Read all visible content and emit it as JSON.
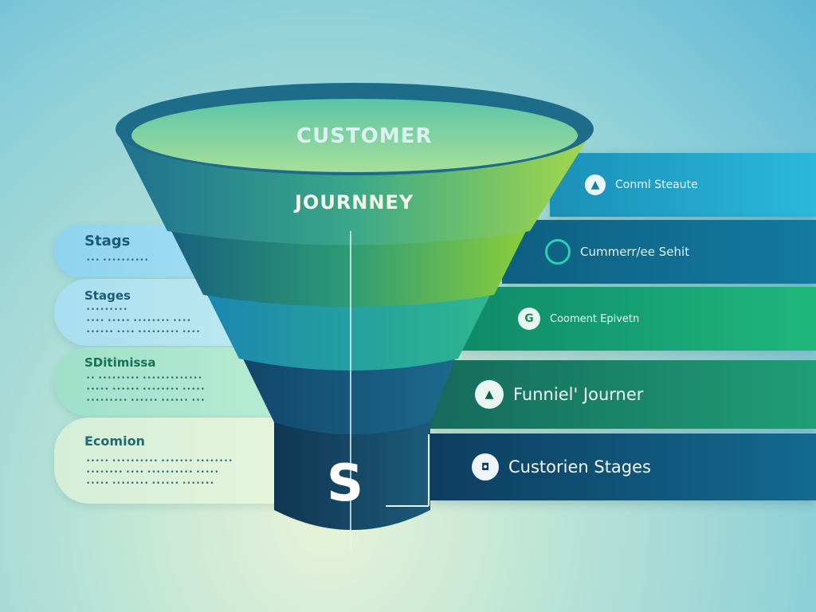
{
  "funnel": {
    "title_top": "CUSTOMER",
    "title_bottom": "JOURNNEY",
    "bottom_letter": "S"
  },
  "left_stages": [
    {
      "title": "Stags",
      "sub_lines": [
        "••• ••••••••••"
      ]
    },
    {
      "title": "Stages",
      "sub_lines": [
        "•••••••••",
        "•••• ••••• •••••••• ••••",
        "•••••• •••• ••••••••• ••••"
      ]
    },
    {
      "title": "SDitimissa",
      "sub_lines": [
        "•• ••••••••• •••••••••••••",
        "••••• •••••• •••••••• •••••",
        "••••••••• •••••• •••••• •••"
      ]
    },
    {
      "title": "Ecomion",
      "sub_lines": [
        "••••• •••••••••• ••••••• ••••••••",
        "•••••••• •••• •••••••••• •••••",
        "••••• •••••••• •••••• •••••••"
      ]
    }
  ],
  "right_stages": [
    {
      "label": "Conml Steaute",
      "icon": "person-icon"
    },
    {
      "label": "Cummerr/ee Sehit",
      "icon": "ring-icon"
    },
    {
      "label": "Cooment Epivetn",
      "icon": "g-icon"
    },
    {
      "label": "Funniel' Journer",
      "icon": "pin-icon"
    },
    {
      "label": "Custorien Stages",
      "icon": "toggle-icon"
    }
  ],
  "colors": {
    "bar1": "#1aa0c8",
    "bar2": "#0e6f8c",
    "bar3": "#15a676",
    "bar4": "#1f8e70",
    "bar5": "#0f5a7e"
  }
}
